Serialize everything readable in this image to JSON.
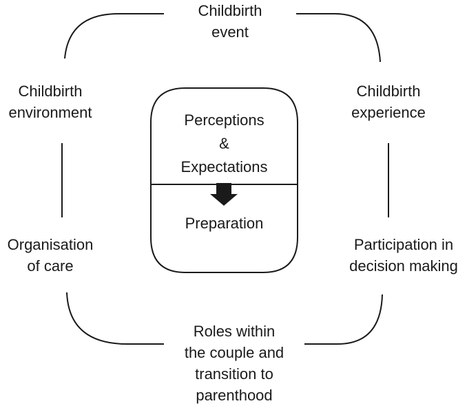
{
  "outer": {
    "top": {
      "line1": "Childbirth",
      "line2": "event"
    },
    "top_left": {
      "line1": "Childbirth",
      "line2": "environment"
    },
    "top_right": {
      "line1": "Childbirth",
      "line2": "experience"
    },
    "bottom_left": {
      "line1": "Organisation",
      "line2": "of care"
    },
    "bottom_right": {
      "line1": "Participation in",
      "line2": "decision making"
    },
    "bottom": {
      "line1": "Roles within",
      "line2": "the couple and",
      "line3": "transition to",
      "line4": "parenthood"
    }
  },
  "center": {
    "upper": {
      "line1": "Perceptions",
      "line2": "&",
      "line3": "Expectations"
    },
    "lower": {
      "line1": "Preparation"
    }
  },
  "colors": {
    "stroke": "#1a1a1a",
    "text": "#1a1a1a",
    "background": "#ffffff"
  }
}
